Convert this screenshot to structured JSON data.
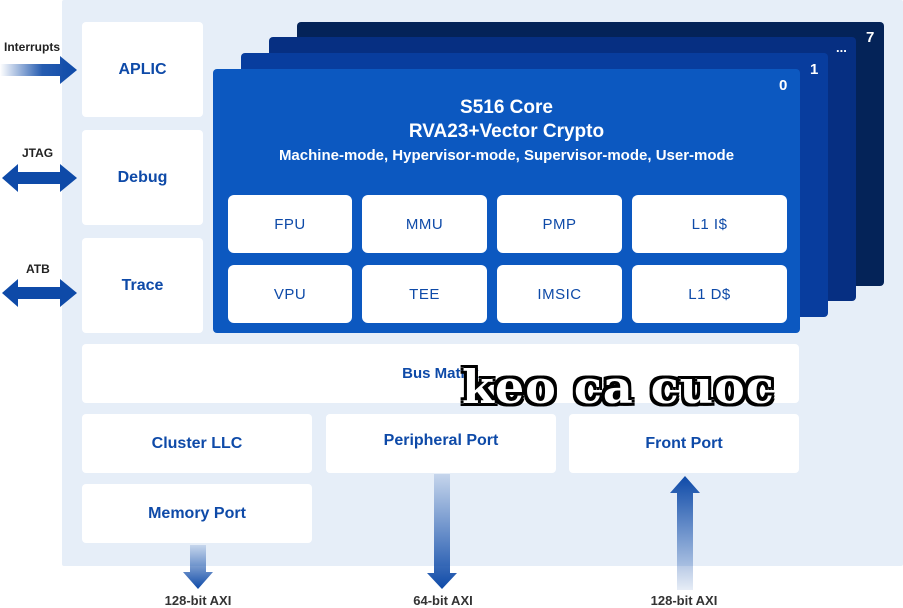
{
  "colors": {
    "panel": "#e6eef8",
    "accent": "#0e4aa8",
    "core_front": "#0c58c0",
    "core_layer_1": "#083d9e",
    "core_layer_2": "#062f82",
    "core_layer_3": "#042358"
  },
  "side": {
    "interrupts_label": "Interrupts",
    "jtag_label": "JTAG",
    "atb_label": "ATB",
    "aplic": "APLIC",
    "debug": "Debug",
    "trace": "Trace"
  },
  "core": {
    "stack_labels": [
      "0",
      "1",
      "...",
      "7"
    ],
    "title": "S516 Core",
    "subtitle": "RVA23+Vector Crypto",
    "modes": "Machine-mode, Hypervisor-mode, Supervisor-mode, User-mode",
    "units": [
      "FPU",
      "MMU",
      "PMP",
      "L1 I$",
      "VPU",
      "TEE",
      "IMSIC",
      "L1 D$"
    ]
  },
  "bus": {
    "label": "Bus Matrix"
  },
  "ports": {
    "cluster_llc": "Cluster LLC",
    "peripheral_port": "Peripheral Port",
    "front_port": "Front Port",
    "memory_port": "Memory Port"
  },
  "axi": {
    "memory": "128-bit AXI",
    "peripheral": "64-bit AXI",
    "front": "128-bit AXI"
  },
  "watermark": "keo ca cuoc"
}
